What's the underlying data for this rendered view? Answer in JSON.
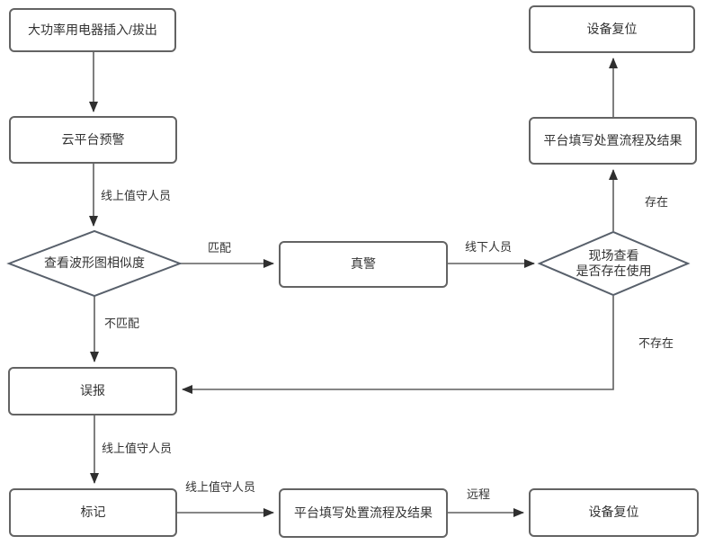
{
  "diagram": {
    "title": "alarm-handling-flowchart",
    "nodes": {
      "high_power_appliance": {
        "label": "大功率用电器插入/拔出"
      },
      "cloud_platform_warning": {
        "label": "云平台预警"
      },
      "waveform_similarity_check": {
        "label": "查看波形图相似度"
      },
      "true_alarm": {
        "label": "真警"
      },
      "site_check": {
        "label_line1": "现场查看",
        "label_line2": "是否存在使用"
      },
      "device_reset_top": {
        "label": "设备复位"
      },
      "platform_record_right": {
        "label": "平台填写处置流程及结果"
      },
      "false_alarm": {
        "label": "误报"
      },
      "mark": {
        "label": "标记"
      },
      "platform_record_bottom": {
        "label": "平台填写处置流程及结果"
      },
      "device_reset_bottom": {
        "label": "设备复位"
      }
    },
    "edge_labels": {
      "online_duty_staff_1": "线上值守人员",
      "match": "匹配",
      "no_match": "不匹配",
      "offline_staff": "线下人员",
      "exists": "存在",
      "not_exists": "不存在",
      "online_duty_staff_2": "线上值守人员",
      "online_duty_staff_3": "线上值守人员",
      "remote": "远程"
    },
    "colors": {
      "background": "#ffffff",
      "node_border": "#636363",
      "connector": "#5f5f5f",
      "arrowhead": "#2f2f2f",
      "text": "#333333"
    }
  }
}
